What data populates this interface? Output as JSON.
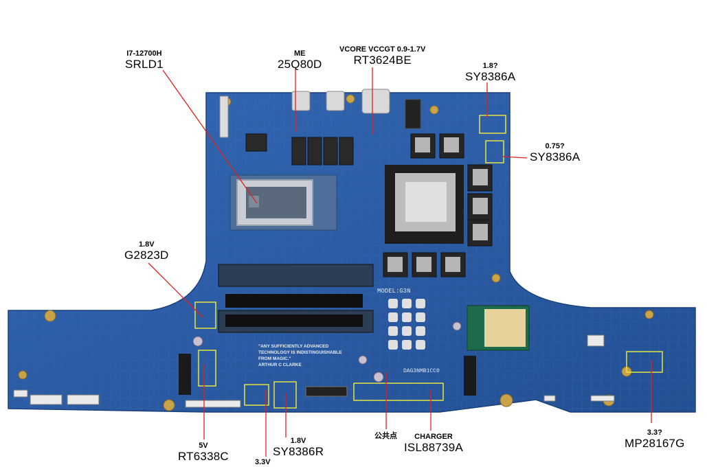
{
  "labels": {
    "cpu": {
      "sub": "I7-12700H",
      "main": "SRLD1"
    },
    "me": {
      "sub": "ME",
      "main": "25Q80D"
    },
    "vcore": {
      "sub": "VCORE VCCGT 0.9-1.7V",
      "main": "RT3624BE"
    },
    "sy_18": {
      "sub": "1.8?",
      "main": "SY8386A"
    },
    "sy_075": {
      "sub": "0.75?",
      "main": "SY8386A"
    },
    "g2823": {
      "sub": "1.8V",
      "main": "G2823D"
    },
    "rt6338": {
      "sub": "5V",
      "main": "RT6338C"
    },
    "v33": {
      "main": "3.3V"
    },
    "sy8386r": {
      "sub": "1.8V",
      "main": "SY8386R"
    },
    "common": {
      "main": "公共点"
    },
    "charger": {
      "sub": "CHARGER",
      "main": "ISL88739A"
    },
    "mp28167": {
      "sub": "3.3?",
      "main": "MP28167G"
    }
  },
  "board": {
    "model": "MODEL:G3N",
    "code": "DAG3NMB1CC0",
    "quote": [
      "\"ANY SUFFICIENTLY ADVANCED",
      "TECHNOLOGY IS INDISTINGUISHABLE",
      "FROM MAGIC.\"",
      "ARTHUR C CLARKE"
    ]
  },
  "colors": {
    "board": "#2b5da8",
    "board_dark": "#1f4a8c",
    "pointer": "#e0201a",
    "highlight": "#e6e640"
  }
}
